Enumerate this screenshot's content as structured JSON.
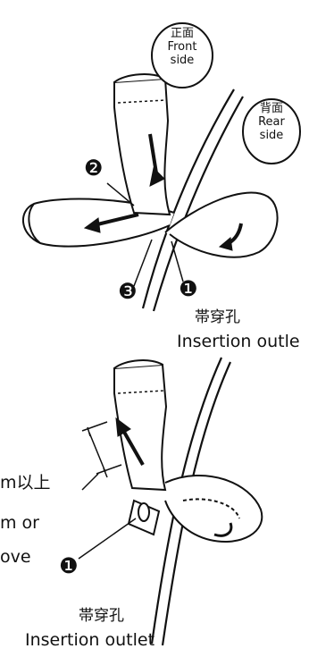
{
  "front_label": {
    "zh": "正面",
    "en_line1": "Front",
    "en_line2": "side"
  },
  "rear_label": {
    "zh": "背面",
    "en_line1": "Rear",
    "en_line2": "side"
  },
  "steps": [
    "❷",
    "❸",
    "❶"
  ],
  "top_outlet": {
    "zh": "帯穿孔",
    "en": "Insertion outle"
  },
  "measure": {
    "line1": "m以上",
    "line2": "m or",
    "line3": "ove"
  },
  "bottom_step": "❶",
  "bottom_outlet": {
    "zh": "帯穿孔",
    "en": "Insertion outlet"
  }
}
